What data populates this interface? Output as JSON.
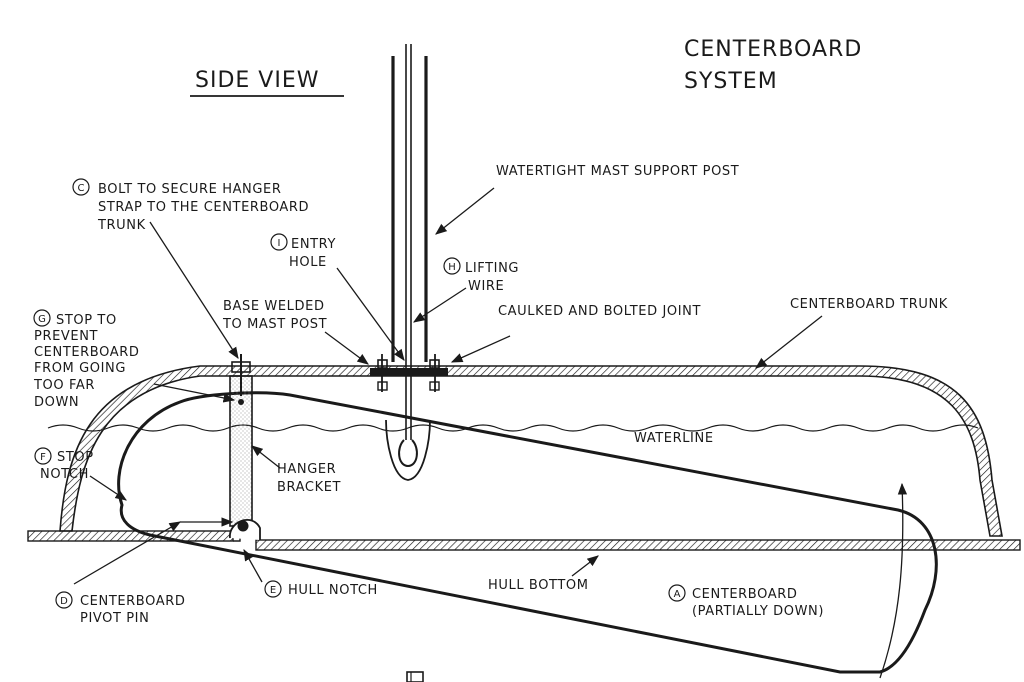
{
  "title": [
    "CENTERBOARD",
    "SYSTEM"
  ],
  "view_label": "SIDE VIEW",
  "labels": {
    "mast_post": [
      "WATERTIGHT MAST SUPPORT POST"
    ],
    "bolt_c": [
      "BOLT TO SECURE HANGER",
      "STRAP TO THE CENTERBOARD",
      "TRUNK"
    ],
    "entry_hole": [
      "ENTRY",
      "HOLE"
    ],
    "lifting_wire": [
      "LIFTING",
      "WIRE"
    ],
    "base_welded": [
      "BASE WELDED",
      "TO MAST POST"
    ],
    "caulked_joint": [
      "CAULKED AND BOLTED JOINT"
    ],
    "trunk": [
      "CENTERBOARD TRUNK"
    ],
    "stop_g": [
      "STOP TO",
      "PREVENT",
      "CENTERBOARD",
      "FROM GOING",
      "TOO FAR",
      "DOWN"
    ],
    "waterline": [
      "WATERLINE"
    ],
    "stop_notch": [
      "STOP",
      "NOTCH"
    ],
    "hanger_bracket": [
      "HANGER",
      "BRACKET"
    ],
    "hull_notch": [
      "HULL NOTCH"
    ],
    "hull_bottom": [
      "HULL BOTTOM"
    ],
    "pivot_pin": [
      "CENTERBOARD",
      "PIVOT PIN"
    ],
    "centerboard": [
      "CENTERBOARD",
      "(PARTIALLY DOWN)"
    ]
  },
  "letters": {
    "a": "A",
    "c": "C",
    "d": "D",
    "e": "E",
    "f": "F",
    "g": "G",
    "h": "H",
    "i": "I"
  }
}
